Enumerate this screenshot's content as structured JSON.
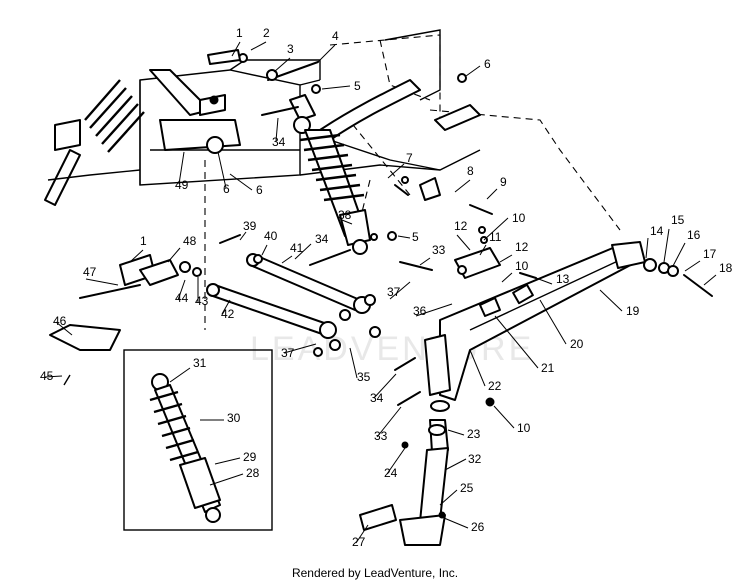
{
  "footer": {
    "text": "Rendered by LeadVenture, Inc."
  },
  "watermark": {
    "text": "LEADVENTURE"
  },
  "diagram": {
    "type": "exploded-parts-diagram",
    "callouts": [
      "1",
      "2",
      "3",
      "4",
      "5",
      "6",
      "6",
      "34",
      "49",
      "6",
      "7",
      "8",
      "9",
      "10",
      "38",
      "34",
      "5",
      "39",
      "40",
      "41",
      "1",
      "48",
      "47",
      "44",
      "43",
      "42",
      "33",
      "12",
      "11",
      "12",
      "10",
      "13",
      "36",
      "37",
      "35",
      "37",
      "46",
      "45",
      "31",
      "30",
      "29",
      "28",
      "14",
      "15",
      "16",
      "17",
      "18",
      "19",
      "20",
      "21",
      "22",
      "34",
      "33",
      "10",
      "23",
      "24",
      "32",
      "25",
      "26",
      "27"
    ]
  }
}
